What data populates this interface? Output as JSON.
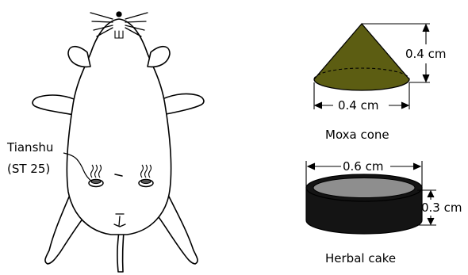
{
  "labels": {
    "acupoint_name": "Tianshu",
    "acupoint_code": "(ST 25)",
    "cone_height": "0.4 cm",
    "cone_diameter": "0.4 cm",
    "cone_caption": "Moxa cone",
    "cake_diameter": "0.6 cm",
    "cake_height": "0.3 cm",
    "cake_caption": "Herbal cake"
  },
  "colors": {
    "moxa_cone": "#5c5d12",
    "cake_side": "#141414",
    "cake_top": "#8e8e8e",
    "line": "#000000",
    "background": "#ffffff"
  }
}
